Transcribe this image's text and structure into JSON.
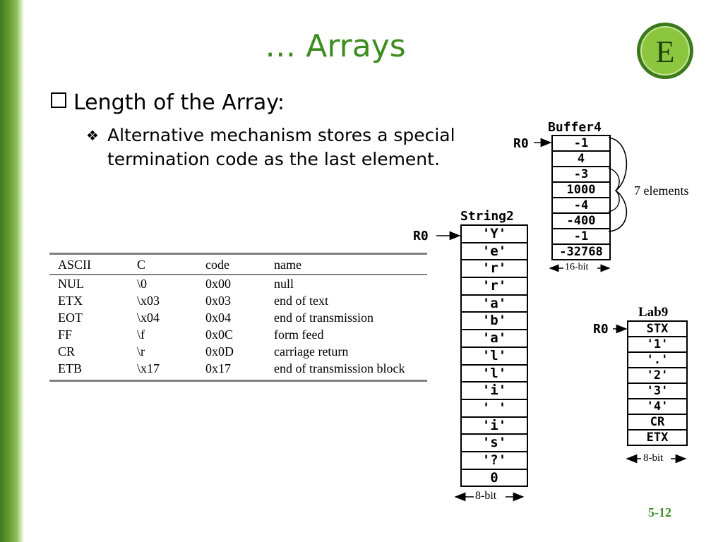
{
  "title": "… Arrays",
  "logo_text": "E",
  "bullet1": "Length of the Array:",
  "bullet2": "Alternative mechanism stores a special termination code as the last element.",
  "table": {
    "headers": [
      "ASCII",
      "C",
      "code",
      "name"
    ],
    "rows": [
      [
        "NUL",
        "\\0",
        "0x00",
        "null"
      ],
      [
        "ETX",
        "\\x03",
        "0x03",
        "end of text"
      ],
      [
        "EOT",
        "\\x04",
        "0x04",
        "end of transmission"
      ],
      [
        "FF",
        "\\f",
        "0x0C",
        "form feed"
      ],
      [
        "CR",
        "\\r",
        "0x0D",
        "carriage return"
      ],
      [
        "ETB",
        "\\x17",
        "0x17",
        "end of transmission block"
      ]
    ]
  },
  "buffer4": {
    "name": "Buffer4",
    "pointer": "R0",
    "cells": [
      "-1",
      "4",
      "-3",
      "1000",
      "-4",
      "-400",
      "-1",
      "-32768"
    ],
    "brace_label": "7 elements",
    "width_label": "16-bit"
  },
  "string2": {
    "name": "String2",
    "pointer": "R0",
    "cells": [
      "'Y'",
      "'e'",
      "'r'",
      "'r'",
      "'a'",
      "'b'",
      "'a'",
      "'l'",
      "'l'",
      "'i'",
      "' '",
      "'i'",
      "'s'",
      "'?'",
      "0"
    ],
    "width_label": "8-bit"
  },
  "lab9": {
    "name": "Lab9",
    "pointer": "R0",
    "cells": [
      "STX",
      "'1'",
      "'.'",
      "'2'",
      "'3'",
      "'4'",
      "CR",
      "ETX"
    ],
    "width_label": "8-bit"
  },
  "page_number": "5-12",
  "colors": {
    "accent": "#3d8c1f",
    "sidebar": "#5f9a2c"
  }
}
